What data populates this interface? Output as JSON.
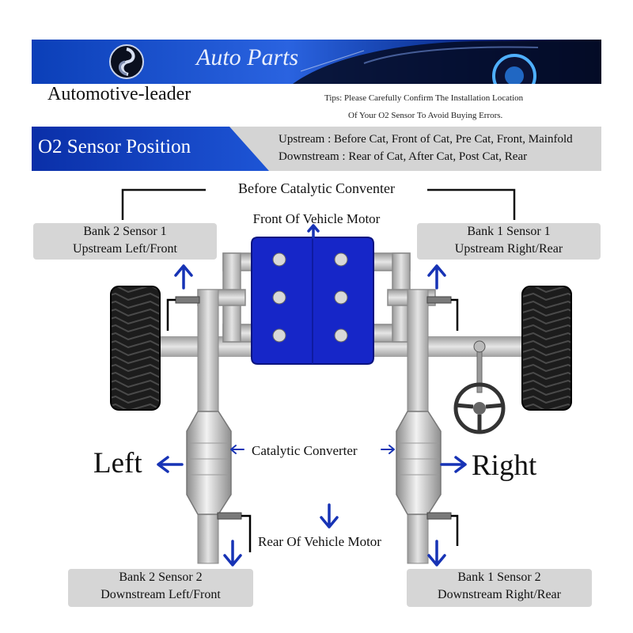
{
  "header": {
    "brand": "Auto Parts",
    "company": "Automotive-leader",
    "tips_line1": "Tips: Please Carefully Confirm The Installation Location",
    "tips_line2": "Of Your O2 Sensor To Avoid Buying Errors."
  },
  "position_bar": {
    "title": "O2 Sensor Position",
    "upstream": "Upstream : Before Cat, Front of Cat, Pre Cat, Front, Mainfold",
    "downstream": "Downstream : Rear of Cat, After Cat, Post Cat, Rear"
  },
  "diagram": {
    "before_cat": "Before Catalytic Conventer",
    "front_motor": "Front Of Vehicle Motor",
    "catalytic_converter": "Catalytic Converter",
    "rear_motor": "Rear Of Vehicle Motor",
    "left": "Left",
    "right": "Right"
  },
  "boxes": {
    "bank2_sensor1": {
      "line1": "Bank 2 Sensor 1",
      "line2": "Upstream Left/Front"
    },
    "bank1_sensor1": {
      "line1": "Bank 1 Sensor 1",
      "line2": "Upstream Right/Rear"
    },
    "bank2_sensor2": {
      "line1": "Bank 2 Sensor 2",
      "line2": "Downstream Left/Front"
    },
    "bank1_sensor2": {
      "line1": "Bank 1 Sensor 2",
      "line2": "Downstream Right/Rear"
    }
  },
  "colors": {
    "brand_blue": "#0b3fb8",
    "arrow_blue": "#1733b5",
    "engine_blue": "#1626c8",
    "label_box": "#d6d6d6"
  }
}
